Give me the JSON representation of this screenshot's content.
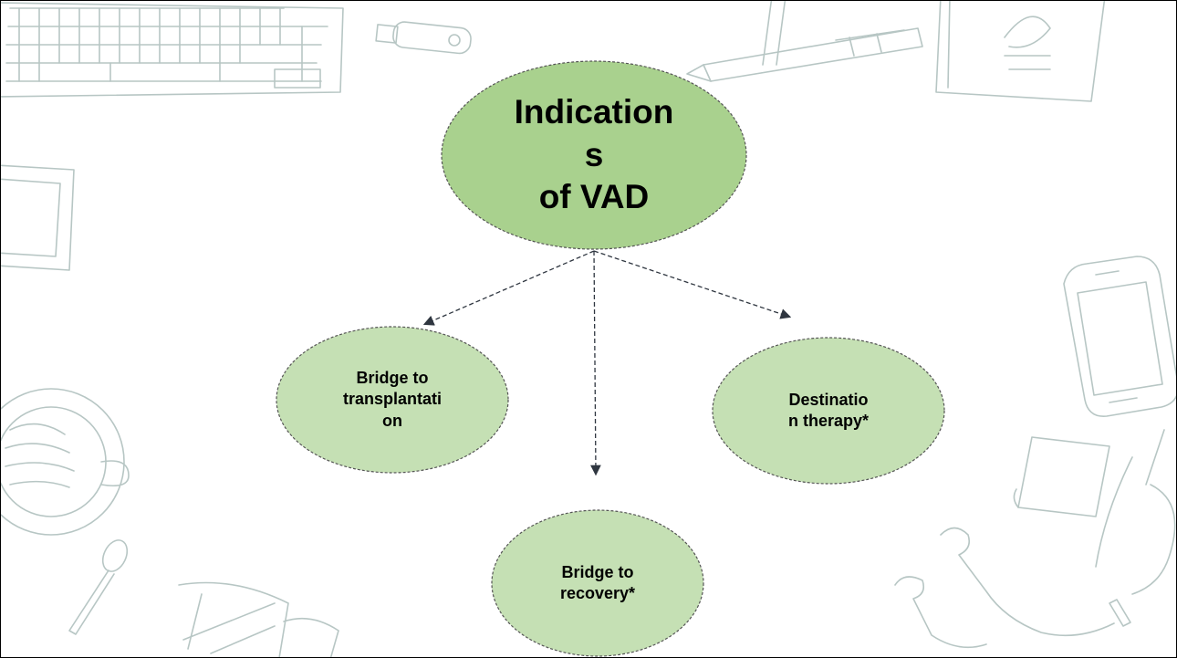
{
  "diagram": {
    "root": {
      "label": "Indication\ns\nof VAD"
    },
    "children": [
      {
        "label": "Bridge to\ntransplantati\non"
      },
      {
        "label": "Bridge to\nrecovery*"
      },
      {
        "label": "Destinatio\nn therapy*"
      }
    ]
  },
  "colors": {
    "root_fill": "#a9d18e",
    "child_fill": "#c5e0b4",
    "outline": "#555555",
    "arrow": "#2f3640",
    "sketch": "#b7c6c4"
  }
}
